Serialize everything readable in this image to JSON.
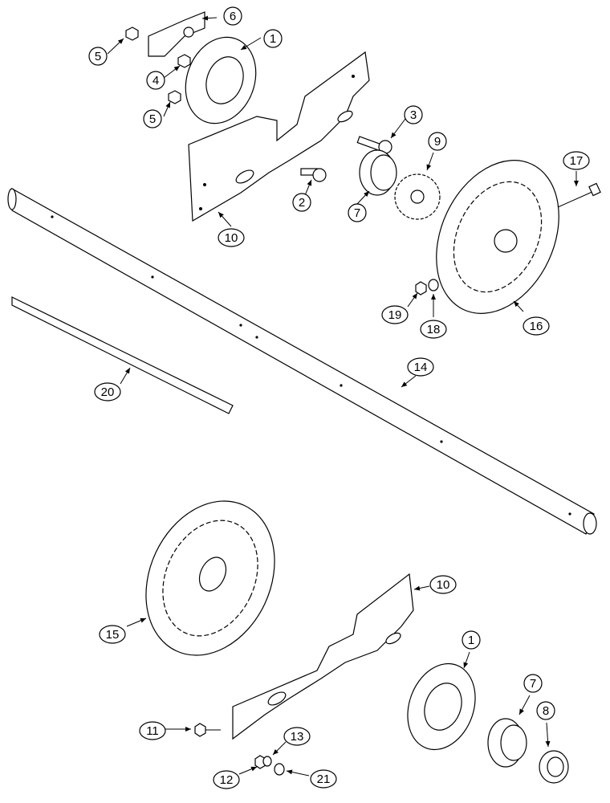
{
  "callouts": [
    {
      "id": "c1a",
      "label": "1"
    },
    {
      "id": "c2",
      "label": "2"
    },
    {
      "id": "c3",
      "label": "3"
    },
    {
      "id": "c4",
      "label": "4"
    },
    {
      "id": "c5a",
      "label": "5"
    },
    {
      "id": "c5b",
      "label": "5"
    },
    {
      "id": "c6",
      "label": "6"
    },
    {
      "id": "c7a",
      "label": "7"
    },
    {
      "id": "c9",
      "label": "9"
    },
    {
      "id": "c10a",
      "label": "10"
    },
    {
      "id": "c17",
      "label": "17"
    },
    {
      "id": "c16",
      "label": "16"
    },
    {
      "id": "c18",
      "label": "18"
    },
    {
      "id": "c19",
      "label": "19"
    },
    {
      "id": "c20",
      "label": "20"
    },
    {
      "id": "c14",
      "label": "14"
    },
    {
      "id": "c15",
      "label": "15"
    },
    {
      "id": "c10b",
      "label": "10"
    },
    {
      "id": "c1b",
      "label": "1"
    },
    {
      "id": "c7b",
      "label": "7"
    },
    {
      "id": "c8",
      "label": "8"
    },
    {
      "id": "c11",
      "label": "11"
    },
    {
      "id": "c13",
      "label": "13"
    },
    {
      "id": "c12",
      "label": "12"
    },
    {
      "id": "c21",
      "label": "21"
    }
  ]
}
